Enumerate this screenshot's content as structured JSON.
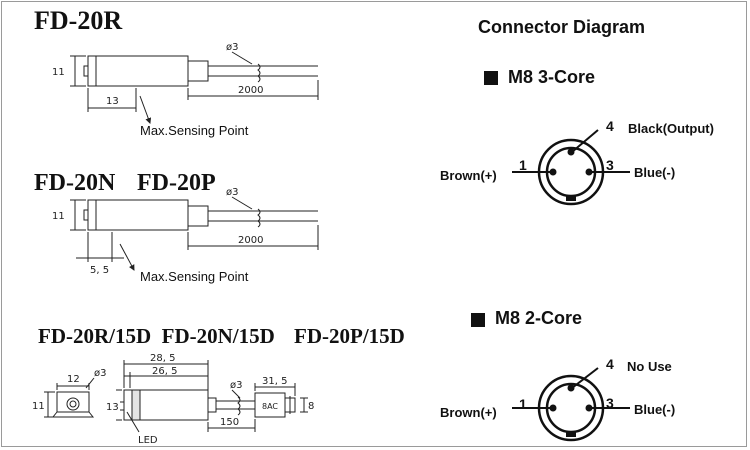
{
  "left_panel": {
    "title_r": "FD-20R",
    "title_n": "FD-20N",
    "title_p": "FD-20P",
    "title_15d": "FD-20R/15D  FD-20N/15D",
    "title_p15d": "FD-20P/15D",
    "sensing_label_1": "Max.Sensing Point",
    "sensing_label_2": "Max.Sensing Point",
    "dims_r": {
      "height": "11",
      "offset": "13",
      "cable_len": "2000",
      "cable_dia": "ø3"
    },
    "dims_np": {
      "height": "11",
      "offset": "5, 5",
      "cable_len": "2000",
      "cable_dia": "ø3"
    },
    "dims_15d": {
      "side_width": "12",
      "side_hole": "ø3",
      "side_height": "11",
      "body_overall": "28, 5",
      "body_inner": "26, 5",
      "body_height": "13",
      "cable_dia": "ø3",
      "cable_len": "150",
      "plug_len": "31, 5",
      "plug_dia": "8",
      "led_label": "LED",
      "plug_mark": "8AC"
    }
  },
  "right_panel": {
    "heading": "Connector Diagram",
    "m8_3core": {
      "label": "M8 3-Core",
      "pin4_num": "4",
      "pin4_label": "Black(Output)",
      "pin1_num": "1",
      "pin1_label": "Brown(+)",
      "pin3_num": "3",
      "pin3_label": "Blue(-)"
    },
    "m8_2core": {
      "label": "M8 2-Core",
      "pin4_num": "4",
      "pin4_label": "No Use",
      "pin1_num": "1",
      "pin1_label": "Brown(+)",
      "pin3_num": "3",
      "pin3_label": "Blue(-)"
    }
  }
}
